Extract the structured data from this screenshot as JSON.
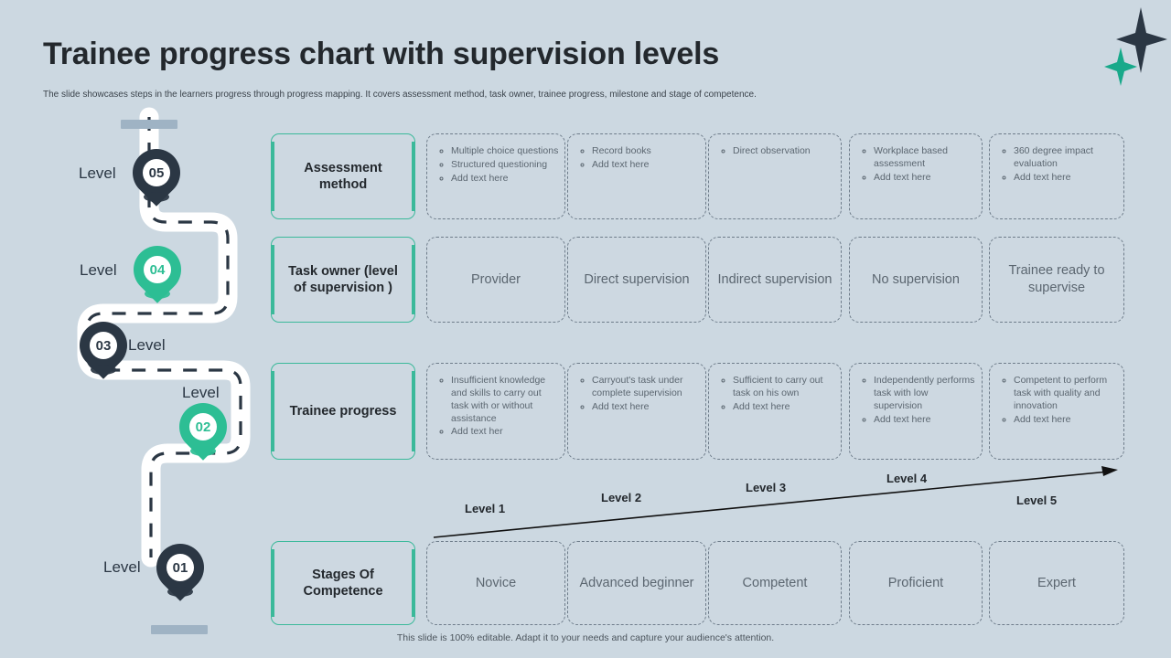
{
  "header": {
    "title": "Trainee progress chart with supervision levels",
    "subtitle": "The slide showcases steps in the learners progress through progress mapping. It covers assessment method, task owner, trainee progress, milestone and stage of competence."
  },
  "footer": {
    "note": "This slide is 100% editable. Adapt it to your needs and capture your audience's attention."
  },
  "colors": {
    "background": "#ccd8e1",
    "accent_teal": "#2dbe94",
    "accent_border": "#3bb99a",
    "dark_navy": "#2b3744",
    "text_muted": "#5b6670",
    "road_cap": "#9fb3c4"
  },
  "roadmap": {
    "label_prefix": "Level",
    "pins": [
      {
        "number": "05",
        "label": "Level",
        "style": "dark"
      },
      {
        "number": "04",
        "label": "Level",
        "style": "teal"
      },
      {
        "number": "03",
        "label": "Level",
        "style": "dark"
      },
      {
        "number": "02",
        "label": "Level",
        "style": "teal"
      },
      {
        "number": "01",
        "label": "Level",
        "style": "dark"
      }
    ]
  },
  "rows": [
    {
      "label": "Assessment method",
      "type": "bullets",
      "cells": [
        [
          "Multiple choice questions",
          "Structured questioning",
          "Add text here"
        ],
        [
          "Record books",
          "Add text here"
        ],
        [
          "Direct observation"
        ],
        [
          "Workplace based assessment",
          "Add text here"
        ],
        [
          "360 degree impact evaluation",
          "Add text here"
        ]
      ]
    },
    {
      "label": "Task owner (level of supervision )",
      "type": "text",
      "cells": [
        "Provider",
        "Direct supervision",
        "Indirect supervision",
        "No supervision",
        "Trainee ready to supervise"
      ]
    },
    {
      "label": "Trainee progress",
      "type": "bullets",
      "cells": [
        [
          "Insufficient knowledge and skills to carry out task with or without assistance",
          "Add text her"
        ],
        [
          "Carryout's task under complete supervision",
          "Add text here"
        ],
        [
          "Sufficient to carry out task on his own",
          "Add text here"
        ],
        [
          "Independently performs task with low supervision",
          "Add text here"
        ],
        [
          "Competent to perform task with quality and innovation",
          "Add text here"
        ]
      ]
    },
    {
      "label": "Stages Of Competence",
      "type": "text",
      "cells": [
        "Novice",
        "Advanced beginner",
        "Competent",
        "Proficient",
        "Expert"
      ]
    }
  ],
  "progression_axis": {
    "ticks": [
      "Level 1",
      "Level 2",
      "Level 3",
      "Level 4",
      "Level 5"
    ]
  }
}
